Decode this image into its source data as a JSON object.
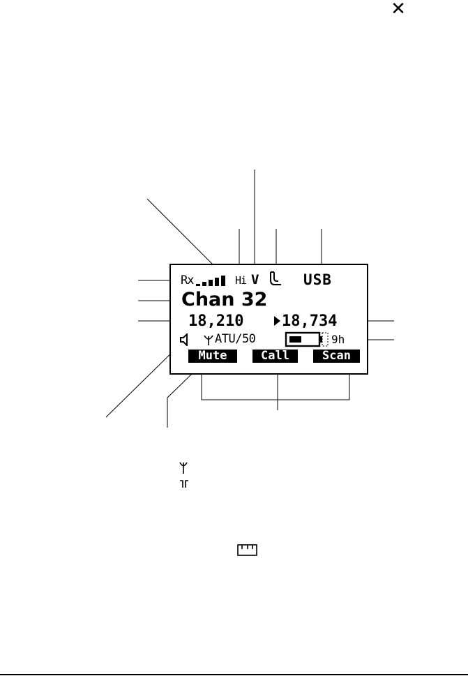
{
  "close_glyph": "✕",
  "display": {
    "rx_label": "Rx",
    "hi_label": "Hi",
    "v_symbol": "V",
    "mode": "USB",
    "channel": "Chan 32",
    "rx_frequency": "18,210",
    "tx_frequency": "18,734",
    "atu_label": "ATU/50",
    "battery_hours": "9h",
    "softkeys": [
      "Mute",
      "Call",
      "Scan"
    ],
    "signal_bars": 5,
    "battery_level": 0.45
  },
  "icons": {
    "antenna": "antenna-icon",
    "antenna_alt": "antenna-alt-icon",
    "speaker": "speaker-icon",
    "lock": "lock-icon",
    "selcall": "selcall-icon",
    "tx_arrow": "tx-arrow-icon"
  }
}
